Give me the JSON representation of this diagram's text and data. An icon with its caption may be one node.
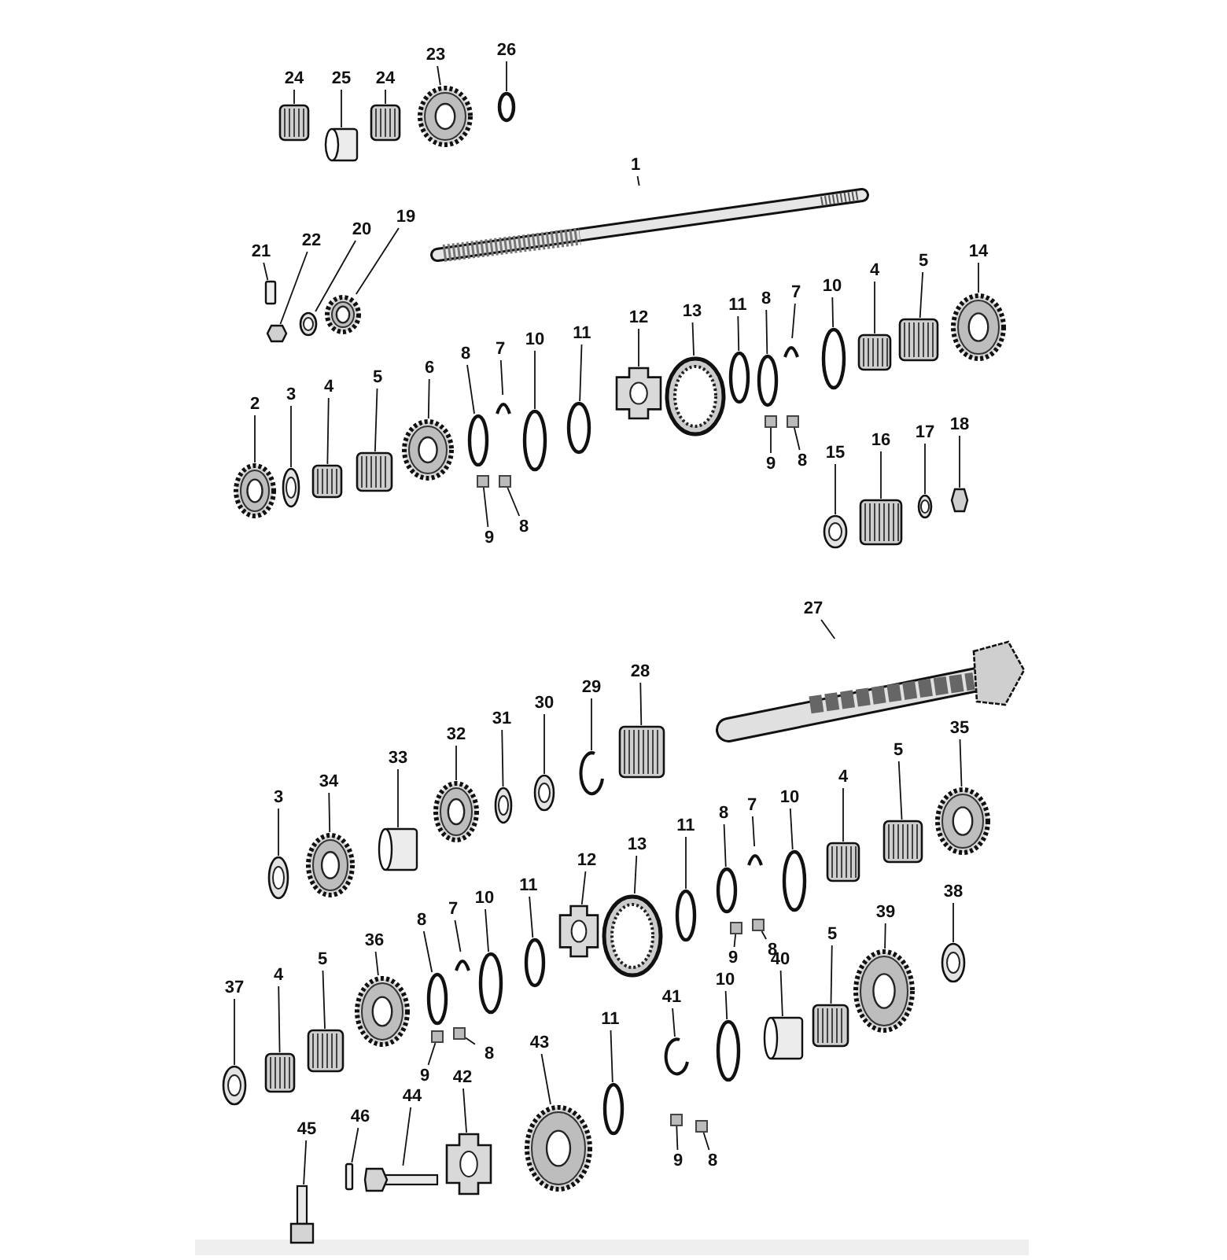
{
  "diagram": {
    "nodes": [
      {
        "text": [
          "24"
        ]
      },
      {
        "text": [],
        "shape": "picture"
      },
      {
        "text": [
          "25"
        ]
      },
      {
        "text": [],
        "shape": "cylinder"
      },
      {
        "text": [
          "24"
        ]
      },
      {
        "text": [],
        "shape": "picture"
      },
      {
        "text": [
          "23"
        ]
      },
      {
        "text": [],
        "shape": "picture"
      },
      {
        "text": [
          "26"
        ]
      },
      {
        "text": [],
        "shape": "circle"
      },
      {
        "text": [
          "1"
        ]
      },
      {
        "text": [],
        "shape": "picture"
      },
      {
        "text": [
          "21"
        ]
      },
      {
        "text": [],
        "shape": "bar"
      },
      {
        "text": [
          "22"
        ]
      },
      {
        "text": [],
        "shape": "hexagon"
      },
      {
        "text": [
          "20"
        ]
      },
      {
        "text": [],
        "shape": "picture"
      },
      {
        "text": [
          "19"
        ]
      },
      {
        "text": [],
        "shape": "picture"
      },
      {
        "text": [
          "2"
        ]
      },
      {
        "text": [],
        "shape": "picture"
      },
      {
        "text": [
          "3"
        ]
      },
      {
        "text": [],
        "shape": "picture"
      },
      {
        "text": [
          "4"
        ]
      },
      {
        "text": [],
        "shape": "picture"
      },
      {
        "text": [
          "5"
        ]
      },
      {
        "text": [],
        "shape": "picture"
      },
      {
        "text": [
          "6"
        ]
      },
      {
        "text": [],
        "shape": "picture"
      },
      {
        "text": [
          "8"
        ]
      },
      {
        "text": [],
        "shape": "circle"
      },
      {
        "text": [
          "7"
        ]
      },
      {
        "text": [],
        "shape": "arc"
      },
      {
        "text": [
          "10"
        ]
      },
      {
        "text": [],
        "shape": "circle"
      },
      {
        "text": [
          "11"
        ]
      },
      {
        "text": [],
        "shape": "circle"
      },
      {
        "text": [
          "12"
        ]
      },
      {
        "text": [],
        "shape": "picture"
      },
      {
        "text": [
          "13"
        ]
      },
      {
        "text": [],
        "shape": "picture"
      },
      {
        "text": [
          "11"
        ]
      },
      {
        "text": [],
        "shape": "circle"
      },
      {
        "text": [
          "8"
        ]
      },
      {
        "text": [],
        "shape": "circle"
      },
      {
        "text": [
          "7"
        ]
      },
      {
        "text": [],
        "shape": "arc"
      },
      {
        "text": [
          "10"
        ]
      },
      {
        "text": [],
        "shape": "circle"
      },
      {
        "text": [
          "9"
        ]
      },
      {
        "text": [],
        "shape": "box"
      },
      {
        "text": [
          "8"
        ]
      },
      {
        "text": [],
        "shape": "box"
      },
      {
        "text": [
          "9"
        ]
      },
      {
        "text": [],
        "shape": "box"
      },
      {
        "text": [
          "8"
        ]
      },
      {
        "text": [],
        "shape": "box"
      },
      {
        "text": [
          "4"
        ]
      },
      {
        "text": [],
        "shape": "picture"
      },
      {
        "text": [
          "5"
        ]
      },
      {
        "text": [],
        "shape": "picture"
      },
      {
        "text": [
          "14"
        ]
      },
      {
        "text": [],
        "shape": "picture"
      },
      {
        "text": [
          "15"
        ]
      },
      {
        "text": [],
        "shape": "picture"
      },
      {
        "text": [
          "16"
        ]
      },
      {
        "text": [],
        "shape": "picture"
      },
      {
        "text": [
          "17"
        ]
      },
      {
        "text": [],
        "shape": "picture"
      },
      {
        "text": [
          "18"
        ]
      },
      {
        "text": [],
        "shape": "hexagon"
      },
      {
        "text": [
          "27"
        ]
      },
      {
        "text": [],
        "shape": "picture"
      },
      {
        "text": [
          "28"
        ]
      },
      {
        "text": [],
        "shape": "picture"
      },
      {
        "text": [
          "29"
        ]
      },
      {
        "text": [],
        "shape": "arc"
      },
      {
        "text": [
          "30"
        ]
      },
      {
        "text": [],
        "shape": "picture"
      },
      {
        "text": [
          "31"
        ]
      },
      {
        "text": [],
        "shape": "picture"
      },
      {
        "text": [
          "32"
        ]
      },
      {
        "text": [],
        "shape": "picture"
      },
      {
        "text": [
          "33"
        ]
      },
      {
        "text": [],
        "shape": "cylinder"
      },
      {
        "text": [
          "34"
        ]
      },
      {
        "text": [],
        "shape": "picture"
      },
      {
        "text": [
          "3"
        ]
      },
      {
        "text": [],
        "shape": "picture"
      },
      {
        "text": [
          "13"
        ]
      },
      {
        "text": [],
        "shape": "picture"
      },
      {
        "text": [
          "12"
        ]
      },
      {
        "text": [],
        "shape": "picture"
      },
      {
        "text": [
          "11"
        ]
      },
      {
        "text": [],
        "shape": "circle"
      },
      {
        "text": [
          "8"
        ]
      },
      {
        "text": [],
        "shape": "circle"
      },
      {
        "text": [
          "7"
        ]
      },
      {
        "text": [],
        "shape": "arc"
      },
      {
        "text": [
          "10"
        ]
      },
      {
        "text": [],
        "shape": "circle"
      },
      {
        "text": [
          "4"
        ]
      },
      {
        "text": [],
        "shape": "picture"
      },
      {
        "text": [
          "5"
        ]
      },
      {
        "text": [],
        "shape": "picture"
      },
      {
        "text": [
          "35"
        ]
      },
      {
        "text": [],
        "shape": "picture"
      },
      {
        "text": [
          "9"
        ]
      },
      {
        "text": [],
        "shape": "box"
      },
      {
        "text": [
          "8"
        ]
      },
      {
        "text": [],
        "shape": "box"
      },
      {
        "text": [
          "37"
        ]
      },
      {
        "text": [],
        "shape": "picture"
      },
      {
        "text": [
          "4"
        ]
      },
      {
        "text": [],
        "shape": "picture"
      },
      {
        "text": [
          "5"
        ]
      },
      {
        "text": [],
        "shape": "picture"
      },
      {
        "text": [
          "36"
        ]
      },
      {
        "text": [],
        "shape": "picture"
      },
      {
        "text": [
          "8"
        ]
      },
      {
        "text": [],
        "shape": "circle"
      },
      {
        "text": [
          "7"
        ]
      },
      {
        "text": [],
        "shape": "arc"
      },
      {
        "text": [
          "10"
        ]
      },
      {
        "text": [],
        "shape": "circle"
      },
      {
        "text": [
          "11"
        ]
      },
      {
        "text": [],
        "shape": "circle"
      },
      {
        "text": [
          "9"
        ]
      },
      {
        "text": [],
        "shape": "box"
      },
      {
        "text": [
          "8"
        ]
      },
      {
        "text": [],
        "shape": "box"
      },
      {
        "text": [
          "41"
        ]
      },
      {
        "text": [],
        "shape": "arc"
      },
      {
        "text": [
          "10"
        ]
      },
      {
        "text": [],
        "shape": "circle"
      },
      {
        "text": [
          "40"
        ]
      },
      {
        "text": [],
        "shape": "cylinder"
      },
      {
        "text": [
          "5"
        ]
      },
      {
        "text": [],
        "shape": "picture"
      },
      {
        "text": [
          "39"
        ]
      },
      {
        "text": [],
        "shape": "picture"
      },
      {
        "text": [
          "38"
        ]
      },
      {
        "text": [],
        "shape": "picture"
      },
      {
        "text": [
          "11"
        ]
      },
      {
        "text": [],
        "shape": "circle"
      },
      {
        "text": [
          "43"
        ]
      },
      {
        "text": [],
        "shape": "picture"
      },
      {
        "text": [
          "42"
        ]
      },
      {
        "text": [],
        "shape": "picture"
      },
      {
        "text": [
          "44"
        ]
      },
      {
        "text": [],
        "shape": "picture"
      },
      {
        "text": [
          "46"
        ]
      },
      {
        "text": [],
        "shape": "bar"
      },
      {
        "text": [
          "45"
        ]
      },
      {
        "text": [],
        "shape": "picture"
      },
      {
        "text": [
          "9"
        ]
      },
      {
        "text": [],
        "shape": "box"
      },
      {
        "text": [
          "8"
        ]
      },
      {
        "text": [],
        "shape": "box"
      }
    ],
    "edges": [
      {
        "from": 0,
        "to": 1,
        "arrow": "none"
      },
      {
        "from": 2,
        "to": 3,
        "arrow": "none"
      },
      {
        "from": 4,
        "to": 5,
        "arrow": "none"
      },
      {
        "from": 6,
        "to": 7,
        "arrow": "none"
      },
      {
        "from": 8,
        "to": 9,
        "arrow": "none"
      },
      {
        "from": 10,
        "to": 11,
        "arrow": "none"
      },
      {
        "from": 12,
        "to": 13,
        "arrow": "none"
      },
      {
        "from": 14,
        "to": 15,
        "arrow": "none"
      },
      {
        "from": 16,
        "to": 17,
        "arrow": "none"
      },
      {
        "from": 18,
        "to": 19,
        "arrow": "none"
      },
      {
        "from": 20,
        "to": 21,
        "arrow": "none"
      },
      {
        "from": 22,
        "to": 23,
        "arrow": "none"
      },
      {
        "from": 24,
        "to": 25,
        "arrow": "none"
      },
      {
        "from": 26,
        "to": 27,
        "arrow": "none"
      },
      {
        "from": 28,
        "to": 29,
        "arrow": "none"
      },
      {
        "from": 30,
        "to": 31,
        "arrow": "none"
      },
      {
        "from": 32,
        "to": 33,
        "arrow": "none"
      },
      {
        "from": 34,
        "to": 35,
        "arrow": "none"
      },
      {
        "from": 36,
        "to": 37,
        "arrow": "none"
      },
      {
        "from": 38,
        "to": 39,
        "arrow": "none"
      },
      {
        "from": 40,
        "to": 41,
        "arrow": "none"
      },
      {
        "from": 42,
        "to": 43,
        "arrow": "none"
      },
      {
        "from": 44,
        "to": 45,
        "arrow": "none"
      },
      {
        "from": 46,
        "to": 47,
        "arrow": "none"
      },
      {
        "from": 48,
        "to": 49,
        "arrow": "none"
      },
      {
        "from": 50,
        "to": 51,
        "arrow": "none"
      },
      {
        "from": 52,
        "to": 53,
        "arrow": "none"
      },
      {
        "from": 54,
        "to": 55,
        "arrow": "none"
      },
      {
        "from": 56,
        "to": 57,
        "arrow": "none"
      },
      {
        "from": 58,
        "to": 59,
        "arrow": "none"
      },
      {
        "from": 60,
        "to": 61,
        "arrow": "none"
      },
      {
        "from": 62,
        "to": 63,
        "arrow": "none"
      },
      {
        "from": 64,
        "to": 65,
        "arrow": "none"
      },
      {
        "from": 66,
        "to": 67,
        "arrow": "none"
      },
      {
        "from": 68,
        "to": 69,
        "arrow": "none"
      },
      {
        "from": 70,
        "to": 71,
        "arrow": "none"
      },
      {
        "from": 72,
        "to": 73,
        "arrow": "none"
      },
      {
        "from": 74,
        "to": 75,
        "arrow": "none"
      },
      {
        "from": 76,
        "to": 77,
        "arrow": "none"
      },
      {
        "from": 78,
        "to": 79,
        "arrow": "none"
      },
      {
        "from": 80,
        "to": 81,
        "arrow": "none"
      },
      {
        "from": 82,
        "to": 83,
        "arrow": "none"
      },
      {
        "from": 84,
        "to": 85,
        "arrow": "none"
      },
      {
        "from": 86,
        "to": 87,
        "arrow": "none"
      },
      {
        "from": 88,
        "to": 89,
        "arrow": "none"
      },
      {
        "from": 90,
        "to": 91,
        "arrow": "none"
      },
      {
        "from": 92,
        "to": 93,
        "arrow": "none"
      },
      {
        "from": 94,
        "to": 95,
        "arrow": "none"
      },
      {
        "from": 96,
        "to": 97,
        "arrow": "none"
      },
      {
        "from": 98,
        "to": 99,
        "arrow": "none"
      },
      {
        "from": 100,
        "to": 101,
        "arrow": "none"
      },
      {
        "from": 102,
        "to": 103,
        "arrow": "none"
      },
      {
        "from": 104,
        "to": 105,
        "arrow": "none"
      },
      {
        "from": 106,
        "to": 107,
        "arrow": "none"
      },
      {
        "from": 108,
        "to": 109,
        "arrow": "none"
      },
      {
        "from": 110,
        "to": 111,
        "arrow": "none"
      },
      {
        "from": 112,
        "to": 113,
        "arrow": "none"
      },
      {
        "from": 114,
        "to": 115,
        "arrow": "none"
      },
      {
        "from": 116,
        "to": 117,
        "arrow": "none"
      },
      {
        "from": 118,
        "to": 119,
        "arrow": "none"
      },
      {
        "from": 120,
        "to": 121,
        "arrow": "none"
      },
      {
        "from": 122,
        "to": 123,
        "arrow": "none"
      },
      {
        "from": 124,
        "to": 125,
        "arrow": "none"
      },
      {
        "from": 126,
        "to": 127,
        "arrow": "none"
      },
      {
        "from": 128,
        "to": 129,
        "arrow": "none"
      },
      {
        "from": 130,
        "to": 131,
        "arrow": "none"
      },
      {
        "from": 132,
        "to": 133,
        "arrow": "none"
      },
      {
        "from": 134,
        "to": 135,
        "arrow": "none"
      },
      {
        "from": 136,
        "to": 137,
        "arrow": "none"
      },
      {
        "from": 138,
        "to": 139,
        "arrow": "none"
      },
      {
        "from": 140,
        "to": 141,
        "arrow": "none"
      },
      {
        "from": 142,
        "to": 143,
        "arrow": "none"
      },
      {
        "from": 144,
        "to": 145,
        "arrow": "none"
      },
      {
        "from": 146,
        "to": 147,
        "arrow": "none"
      },
      {
        "from": 148,
        "to": 149,
        "arrow": "none"
      },
      {
        "from": 150,
        "to": 151,
        "arrow": "none"
      },
      {
        "from": 152,
        "to": 153,
        "arrow": "none"
      },
      {
        "from": 154,
        "to": 155,
        "arrow": "none"
      },
      {
        "from": 156,
        "to": 157,
        "arrow": "none"
      },
      {
        "from": 158,
        "to": 159,
        "arrow": "none"
      }
    ]
  }
}
